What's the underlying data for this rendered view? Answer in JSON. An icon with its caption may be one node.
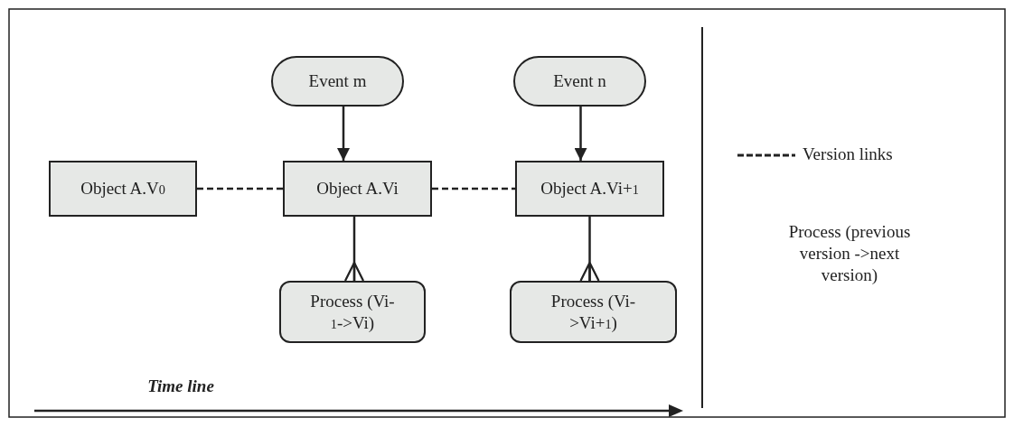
{
  "diagram": {
    "nodes": [
      {
        "text": [
          "Event m"
        ]
      },
      {
        "text": [
          "Event n"
        ]
      },
      {
        "text": [
          "Object A.V$_{0}$"
        ]
      },
      {
        "text": [
          "Object A.Vi"
        ]
      },
      {
        "text": [
          "Object A.Vi+$_{1}$"
        ]
      },
      {
        "text": [
          "Process (Vi-$_{1}$->Vi)"
        ]
      },
      {
        "text": [
          "Process (Vi->Vi+$_{1}$)"
        ]
      }
    ],
    "edges": [
      {
        "from": 0,
        "to": 3,
        "arrow": "to"
      },
      {
        "from": 1,
        "to": 4,
        "arrow": "to"
      },
      {
        "from": 2,
        "to": 3,
        "arrow": "none",
        "style": "dashed"
      },
      {
        "from": 3,
        "to": 4,
        "arrow": "none",
        "style": "dashed"
      },
      {
        "from": 3,
        "to": 5,
        "arrow": "other"
      },
      {
        "from": 4,
        "to": 6,
        "arrow": "other"
      }
    ],
    "labels": [
      "Process (previous version ->next version)",
      "Time line"
    ],
    "legend": [
      {
        "text": "Version links"
      }
    ]
  }
}
